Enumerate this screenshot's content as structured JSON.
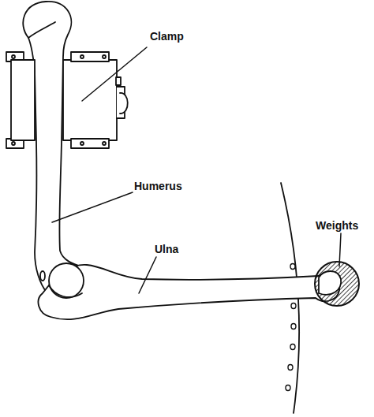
{
  "diagram": {
    "labels": [
      "Clamp",
      "Humerus",
      "Ulna",
      "Weights"
    ]
  }
}
